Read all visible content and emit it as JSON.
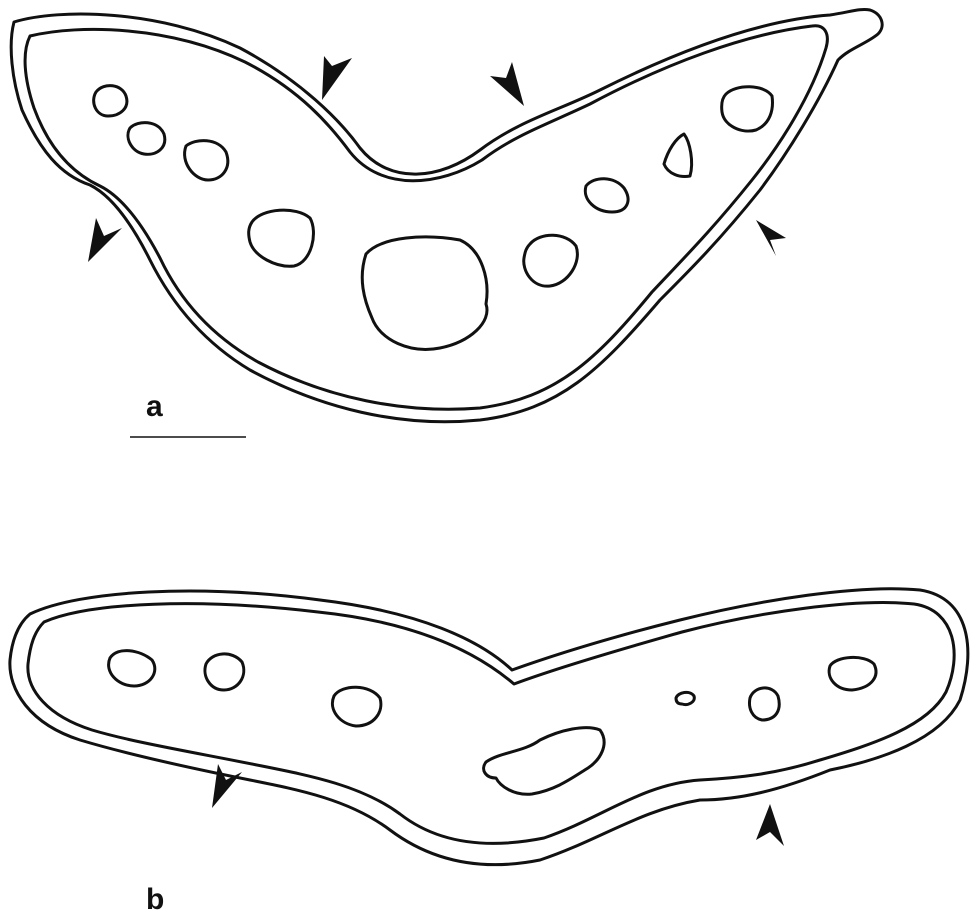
{
  "figure": {
    "panels": [
      {
        "id": "a",
        "label": "a"
      },
      {
        "id": "b",
        "label": "b"
      }
    ],
    "colors": {
      "line": "#111111",
      "background": "#ffffff"
    },
    "annotations": {
      "arrowheads_panel_a": 4,
      "arrowheads_panel_b": 2,
      "scale_bar": "unlabeled"
    }
  }
}
